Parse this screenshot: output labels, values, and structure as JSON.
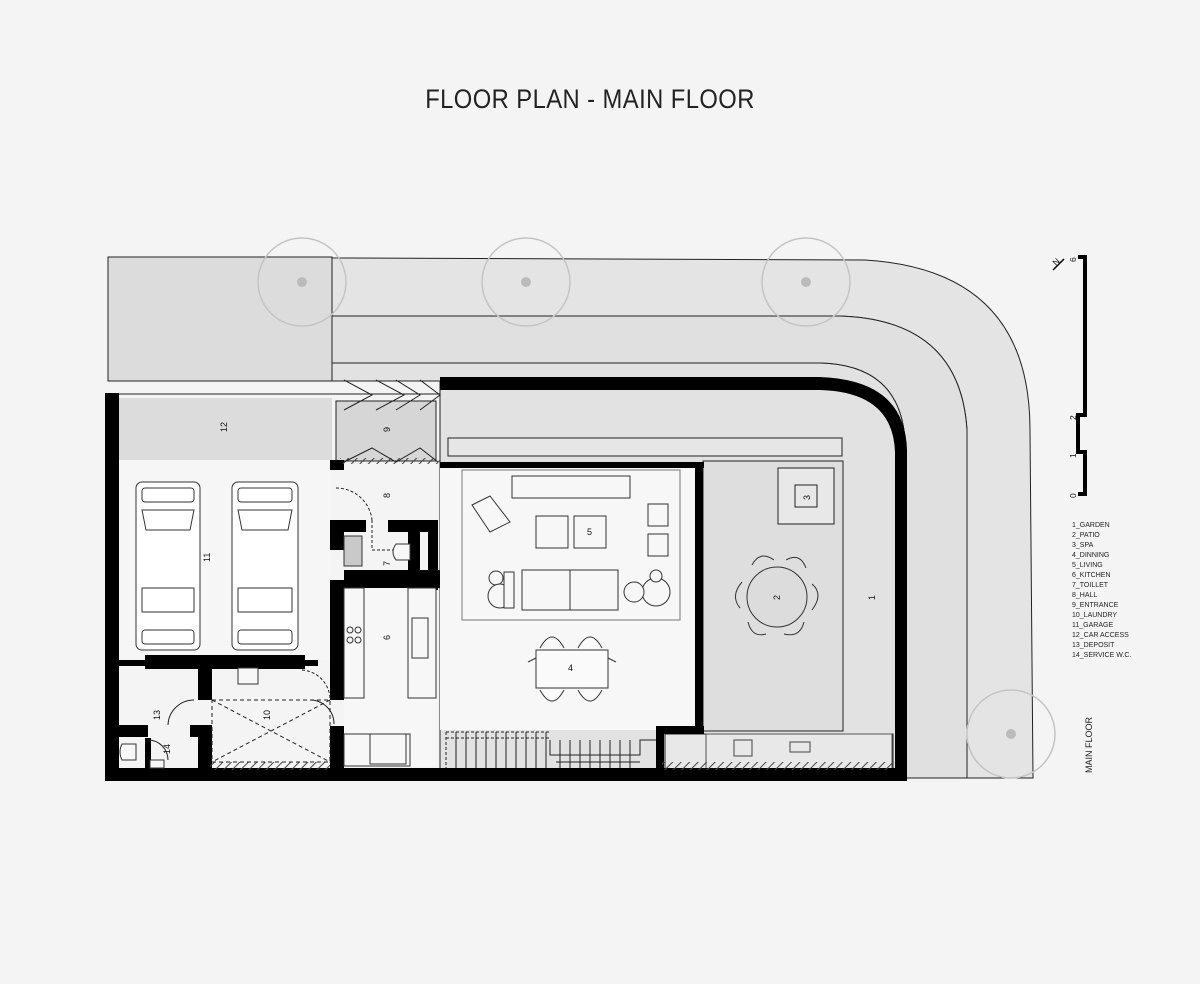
{
  "title": "FLOOR PLAN - MAIN FLOOR",
  "floor_label": "MAIN FLOOR",
  "scale_bar": {
    "ticks": [
      "0",
      "1",
      "2",
      "6"
    ]
  },
  "north_label": "N",
  "rooms": {
    "r1": "1",
    "r2": "2",
    "r3": "3",
    "r4": "4",
    "r5": "5",
    "r6": "6",
    "r7": "7",
    "r8": "8",
    "r9": "9",
    "r10": "10",
    "r11": "11",
    "r12": "12",
    "r13": "13",
    "r14": "14"
  },
  "legend": [
    "1_GARDEN",
    "2_PATIO",
    "3_SPA",
    "4_DINNING",
    "5_LIVING",
    "6_KITCHEN",
    "7_TOILLET",
    "8_HALL",
    "9_ENTRANCE",
    "10_LAUNDRY",
    "11_GARAGE",
    "12_CAR ACCESS",
    "13_DEPOSIT",
    "14_SERVICE W.C."
  ],
  "colors": {
    "background": "#f4f4f4",
    "wall": "#000000",
    "paved": "#dedede",
    "tree": "#bdbdbd"
  }
}
